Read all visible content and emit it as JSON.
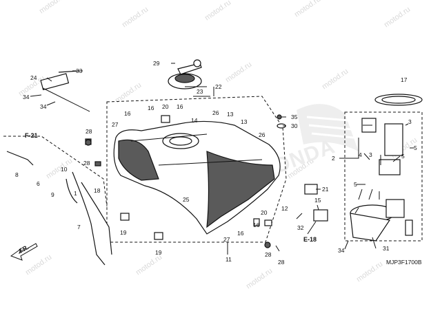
{
  "watermark": "motod.ru",
  "brand_watermark": "HONDA",
  "diagram_code": "MJP3F1700B",
  "section_refs": {
    "f21": "F-21",
    "e18": "E-18",
    "front": "FR."
  },
  "callouts": {
    "c1": "1",
    "c2": "2",
    "c3": "3",
    "c3b": "3",
    "c4": "4",
    "c5": "5",
    "c5b": "5",
    "c5c": "5",
    "c6": "6",
    "c7": "7",
    "c8": "8",
    "c9": "9",
    "c10": "10",
    "c11": "11",
    "c12": "12",
    "c13": "13",
    "c13b": "13",
    "c14": "14",
    "c15": "15",
    "c16a": "16",
    "c16b": "16",
    "c16c": "16",
    "c16d": "16",
    "c16e": "16",
    "c17": "17",
    "c18": "18",
    "c19": "19",
    "c19b": "19",
    "c20a": "20",
    "c20b": "20",
    "c21": "21",
    "c22": "22",
    "c23": "23",
    "c24": "24",
    "c25": "25",
    "c26": "26",
    "c26b": "26",
    "c27a": "27",
    "c27b": "27",
    "c28a": "28",
    "c28b": "28",
    "c28c": "28",
    "c28d": "28",
    "c29": "29",
    "c30": "30",
    "c31": "31",
    "c32": "32",
    "c33": "33",
    "c34a": "34",
    "c34b": "34",
    "c34c": "34",
    "c35": "35"
  }
}
